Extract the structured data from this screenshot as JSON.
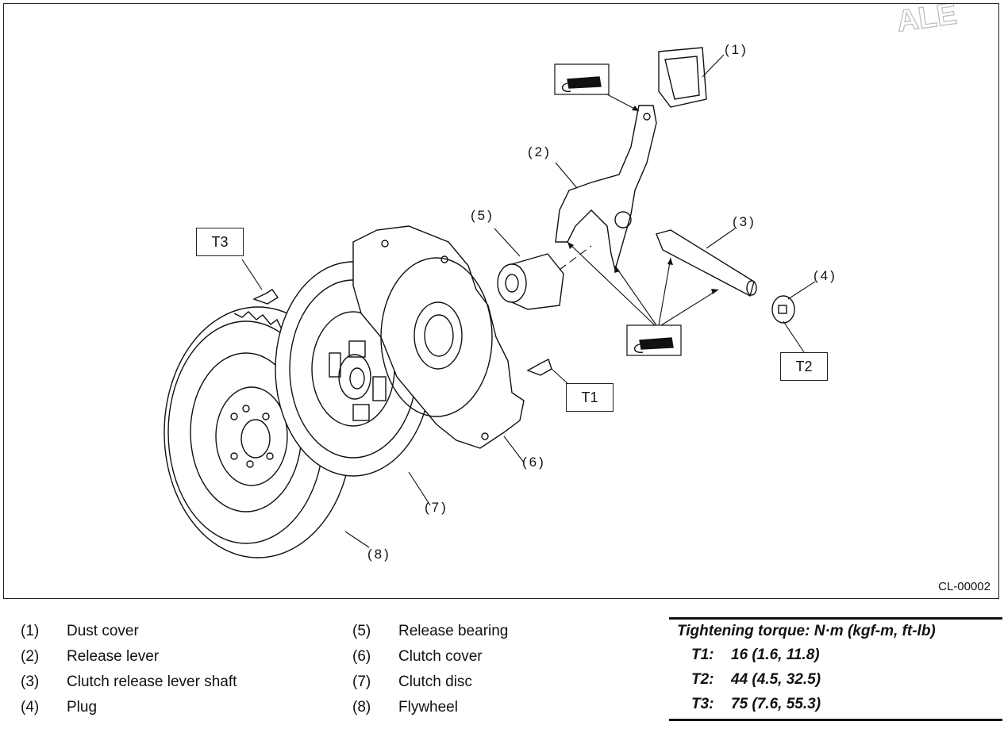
{
  "figure": {
    "watermark": "ALE",
    "figure_code": "CL-00002",
    "callouts": [
      "(1)",
      "(2)",
      "(3)",
      "(4)",
      "(5)",
      "(6)",
      "(7)",
      "(8)"
    ],
    "torque_boxes": [
      "T1",
      "T2",
      "T3"
    ]
  },
  "legend": {
    "left": [
      {
        "num": "(1)",
        "label": "Dust cover"
      },
      {
        "num": "(2)",
        "label": "Release lever"
      },
      {
        "num": "(3)",
        "label": "Clutch release lever shaft"
      },
      {
        "num": "(4)",
        "label": "Plug"
      }
    ],
    "middle": [
      {
        "num": "(5)",
        "label": "Release bearing"
      },
      {
        "num": "(6)",
        "label": "Clutch cover"
      },
      {
        "num": "(7)",
        "label": "Clutch disc"
      },
      {
        "num": "(8)",
        "label": "Flywheel"
      }
    ]
  },
  "torque": {
    "header": "Tightening torque: N·m (kgf-m, ft-lb)",
    "rows": [
      {
        "key": "T1:",
        "value": "16 (1.6, 11.8)"
      },
      {
        "key": "T2:",
        "value": "44 (4.5, 32.5)"
      },
      {
        "key": "T3:",
        "value": "75 (7.6, 55.3)"
      }
    ]
  }
}
